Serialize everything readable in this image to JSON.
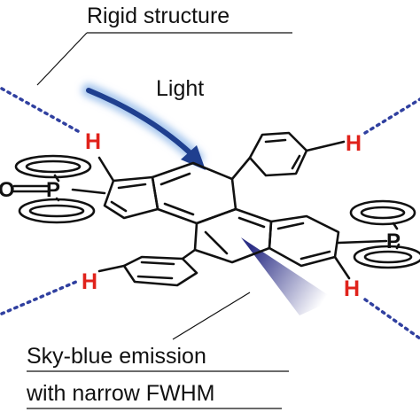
{
  "title": "Rigid structure",
  "light_label": "Light",
  "caption_line1": "Sky-blue emission",
  "caption_line2": "with narrow FWHM",
  "atoms": {
    "h_upper_left": "H",
    "h_upper_right": "H",
    "h_lower_left": "H",
    "h_lower_right": "H",
    "o_left": "O",
    "p_left": "P",
    "p_right": "P"
  },
  "colors": {
    "text": "#111111",
    "hydrogen": "#e0221b",
    "interaction_lines": "#3040a0",
    "light_arrow": "#1f3f8f",
    "light_glow": "#a9c8ee",
    "emission_cone": "#2c2f86"
  }
}
